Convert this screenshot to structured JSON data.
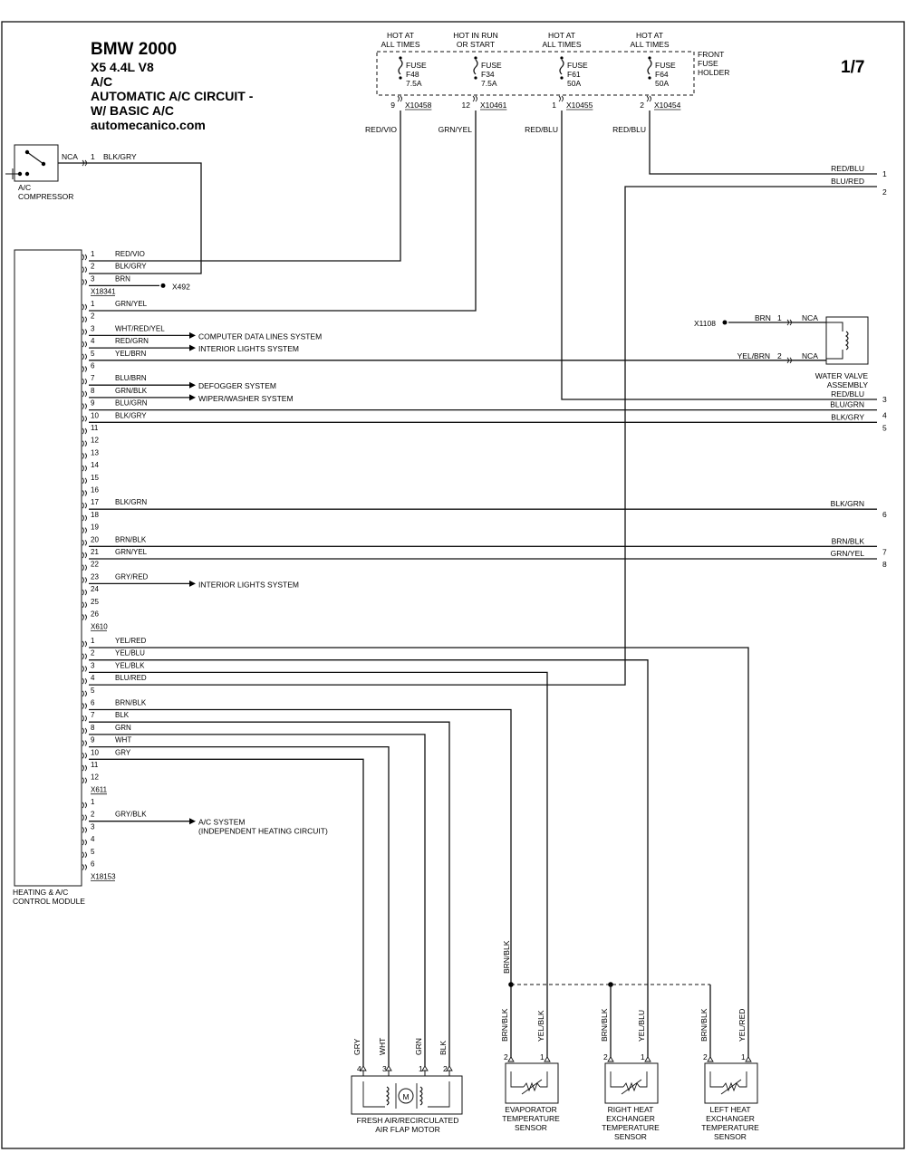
{
  "header": {
    "brand": "BMW 2000",
    "model": "X5  4.4L  V8",
    "system": "A/C",
    "circuit": "AUTOMATIC A/C CIRCUIT -",
    "variant": "W/ BASIC A/C",
    "site": "automecanico.com",
    "page": "1/7"
  },
  "fuse_holder": {
    "label": [
      "FRONT",
      "FUSE",
      "HOLDER"
    ],
    "fuses": [
      {
        "status": [
          "HOT AT",
          "ALL TIMES"
        ],
        "name": [
          "FUSE",
          "F48",
          "7.5A"
        ],
        "pin": "9",
        "connector": "X10458",
        "wire": "RED/VIO"
      },
      {
        "status": [
          "HOT IN RUN",
          "OR START"
        ],
        "name": [
          "FUSE",
          "F34",
          "7.5A"
        ],
        "pin": "12",
        "connector": "X10461",
        "wire": "GRN/YEL"
      },
      {
        "status": [
          "HOT AT",
          "ALL TIMES"
        ],
        "name": [
          "FUSE",
          "F61",
          "50A"
        ],
        "pin": "1",
        "connector": "X10455",
        "wire": "RED/BLU"
      },
      {
        "status": [
          "HOT AT",
          "ALL TIMES"
        ],
        "name": [
          "FUSE",
          "F64",
          "50A"
        ],
        "pin": "2",
        "connector": "X10454",
        "wire": "RED/BLU"
      }
    ]
  },
  "compressor": {
    "label": [
      "A/C",
      "COMPRESSOR"
    ],
    "nca": "NCA",
    "pin": "1",
    "wire": "BLK/GRY"
  },
  "module": {
    "label": [
      "HEATING & A/C",
      "CONTROL MODULE"
    ]
  },
  "connector_groups": [
    {
      "name": "X18341",
      "pins": [
        {
          "num": "1",
          "wire": "RED/VIO"
        },
        {
          "num": "2",
          "wire": "BLK/GRY"
        },
        {
          "num": "3",
          "wire": "BRN"
        }
      ]
    },
    {
      "name": "X610",
      "pins": [
        {
          "num": "1",
          "wire": "GRN/YEL"
        },
        {
          "num": "2",
          "wire": ""
        },
        {
          "num": "3",
          "wire": "WHT/RED/YEL"
        },
        {
          "num": "4",
          "wire": "RED/GRN"
        },
        {
          "num": "5",
          "wire": "YEL/BRN"
        },
        {
          "num": "6",
          "wire": ""
        },
        {
          "num": "7",
          "wire": "BLU/BRN"
        },
        {
          "num": "8",
          "wire": "GRN/BLK"
        },
        {
          "num": "9",
          "wire": "BLU/GRN"
        },
        {
          "num": "10",
          "wire": "BLK/GRY"
        },
        {
          "num": "11",
          "wire": ""
        },
        {
          "num": "12",
          "wire": ""
        },
        {
          "num": "13",
          "wire": ""
        },
        {
          "num": "14",
          "wire": ""
        },
        {
          "num": "15",
          "wire": ""
        },
        {
          "num": "16",
          "wire": ""
        },
        {
          "num": "17",
          "wire": "BLK/GRN"
        },
        {
          "num": "18",
          "wire": ""
        },
        {
          "num": "19",
          "wire": ""
        },
        {
          "num": "20",
          "wire": "BRN/BLK"
        },
        {
          "num": "21",
          "wire": "GRN/YEL"
        },
        {
          "num": "22",
          "wire": ""
        },
        {
          "num": "23",
          "wire": "GRY/RED"
        },
        {
          "num": "24",
          "wire": ""
        },
        {
          "num": "25",
          "wire": ""
        },
        {
          "num": "26",
          "wire": ""
        }
      ]
    },
    {
      "name": "X611",
      "pins": [
        {
          "num": "1",
          "wire": "YEL/RED"
        },
        {
          "num": "2",
          "wire": "YEL/BLU"
        },
        {
          "num": "3",
          "wire": "YEL/BLK"
        },
        {
          "num": "4",
          "wire": "BLU/RED"
        },
        {
          "num": "5",
          "wire": ""
        },
        {
          "num": "6",
          "wire": "BRN/BLK"
        },
        {
          "num": "7",
          "wire": "BLK"
        },
        {
          "num": "8",
          "wire": "GRN"
        },
        {
          "num": "9",
          "wire": "WHT"
        },
        {
          "num": "10",
          "wire": "GRY"
        },
        {
          "num": "11",
          "wire": ""
        },
        {
          "num": "12",
          "wire": ""
        }
      ]
    },
    {
      "name": "X18153",
      "pins": [
        {
          "num": "1",
          "wire": ""
        },
        {
          "num": "2",
          "wire": "GRY/BLK"
        },
        {
          "num": "3",
          "wire": ""
        },
        {
          "num": "4",
          "wire": ""
        },
        {
          "num": "5",
          "wire": ""
        },
        {
          "num": "6",
          "wire": ""
        }
      ]
    }
  ],
  "ground": {
    "x492": "X492",
    "x1108": "X1108"
  },
  "system_refs": {
    "computer_data": "COMPUTER DATA LINES SYSTEM",
    "interior_1": "INTERIOR LIGHTS SYSTEM",
    "defogger": "DEFOGGER SYSTEM",
    "wiper": "WIPER/WASHER SYSTEM",
    "interior_2": "INTERIOR LIGHTS SYSTEM",
    "ac_system": [
      "A/C SYSTEM",
      "(INDEPENDENT HEATING CIRCUIT)"
    ]
  },
  "water_valve": {
    "label": [
      "WATER VALVE",
      "ASSEMBLY"
    ],
    "pin1": {
      "num": "1",
      "wire": "BRN",
      "nca": "NCA"
    },
    "pin2": {
      "num": "2",
      "wire": "YEL/BRN",
      "nca": "NCA"
    }
  },
  "right_exits": [
    {
      "num": "1",
      "wire": "RED/BLU"
    },
    {
      "num": "2",
      "wire": "BLU/RED"
    },
    {
      "num": "3",
      "wire": "RED/BLU"
    },
    {
      "num": "4",
      "wire": "BLU/GRN"
    },
    {
      "num": "5",
      "wire": "BLK/GRY"
    },
    {
      "num": "6",
      "wire": "BLK/GRN"
    },
    {
      "num": "7",
      "wire": "BRN/BLK"
    },
    {
      "num": "8",
      "wire": "GRN/YEL"
    }
  ],
  "motor": {
    "label": [
      "FRESH AIR/RECIRCULATED",
      "AIR FLAP MOTOR"
    ],
    "symbol": "M",
    "pins": [
      {
        "num": "4",
        "wire": "GRY"
      },
      {
        "num": "3",
        "wire": "WHT"
      },
      {
        "num": "1",
        "wire": "GRN"
      },
      {
        "num": "2",
        "wire": "BLK"
      }
    ]
  },
  "sensors": [
    {
      "label": [
        "EVAPORATOR",
        "TEMPERATURE",
        "SENSOR"
      ],
      "pins": [
        {
          "num": "2",
          "wire": "BRN/BLK"
        },
        {
          "num": "1",
          "wire": "YEL/BLK"
        }
      ]
    },
    {
      "label": [
        "RIGHT HEAT",
        "EXCHANGER",
        "TEMPERATURE",
        "SENSOR"
      ],
      "pins": [
        {
          "num": "2",
          "wire": "BRN/BLK"
        },
        {
          "num": "1",
          "wire": "YEL/BLU"
        }
      ]
    },
    {
      "label": [
        "LEFT HEAT",
        "EXCHANGER",
        "TEMPERATURE",
        "SENSOR"
      ],
      "pins": [
        {
          "num": "2",
          "wire": "BRN/BLK"
        },
        {
          "num": "1",
          "wire": "YEL/RED"
        }
      ]
    }
  ],
  "sensor_common_wire": "BRN/BLK"
}
